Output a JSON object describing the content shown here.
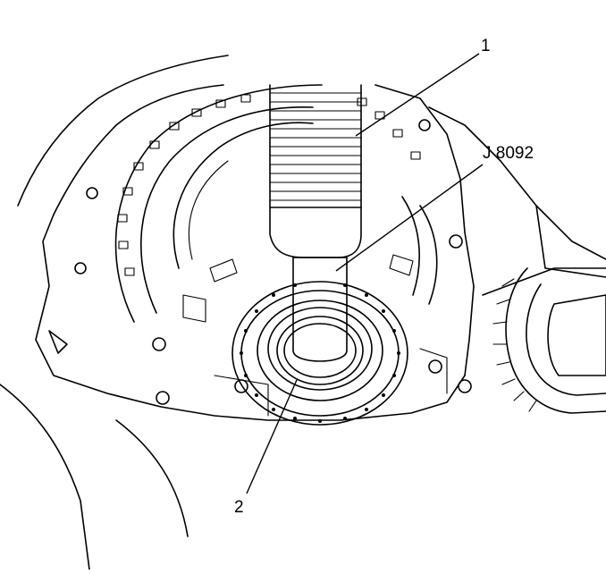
{
  "callouts": {
    "item1": "1",
    "item2": "2",
    "tool": "J 8092"
  }
}
